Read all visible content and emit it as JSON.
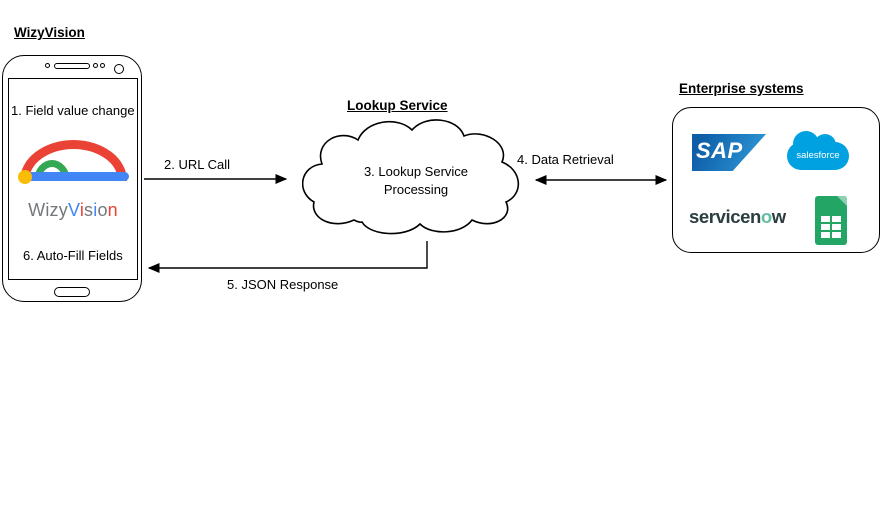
{
  "diagram": {
    "background": "#ffffff",
    "wizyvision": {
      "title": "WizyVision",
      "step1_label": "1. Field value change",
      "step6_label": "6. Auto-Fill Fields",
      "logo": {
        "arc_colors": {
          "red": "#EA4335",
          "green": "#34A853",
          "blue": "#4285F4",
          "yellow": "#FBBC05"
        },
        "wordmark": [
          {
            "ch": "W",
            "color": "#73787d"
          },
          {
            "ch": "i",
            "color": "#73787d"
          },
          {
            "ch": "z",
            "color": "#73787d"
          },
          {
            "ch": "y",
            "color": "#73787d"
          },
          {
            "ch": "V",
            "color": "#4285F4"
          },
          {
            "ch": "i",
            "color": "#EA4335"
          },
          {
            "ch": "s",
            "color": "#73787d"
          },
          {
            "ch": "i",
            "color": "#4285F4"
          },
          {
            "ch": "o",
            "color": "#73787d"
          },
          {
            "ch": "n",
            "color": "#EA4335"
          }
        ]
      }
    },
    "lookup_service": {
      "title": "Lookup Service",
      "cloud_label_line1": "3. Lookup Service",
      "cloud_label_line2": "Processing"
    },
    "enterprise": {
      "title": "Enterprise systems",
      "sap_label": "SAP",
      "salesforce_label": "salesforce",
      "servicenow": {
        "part1": "servicen",
        "part2": "o",
        "part3": "w",
        "o_color": "#5ec0a0"
      },
      "sheets_icon_name": "google-sheets-icon"
    },
    "flows": {
      "url_call": "2. URL Call",
      "data_retrieval": "4. Data Retrieval",
      "json_response": "5. JSON Response"
    }
  }
}
